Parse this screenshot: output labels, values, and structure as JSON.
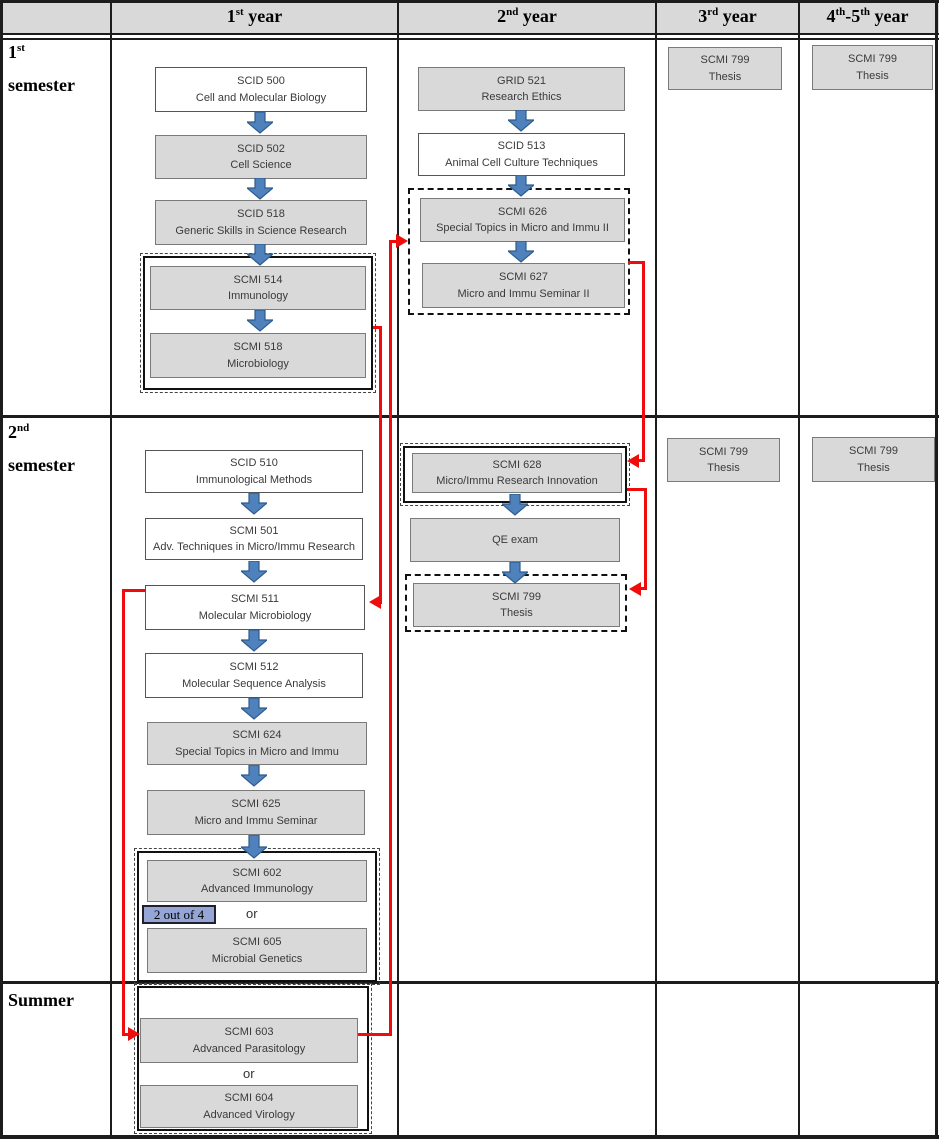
{
  "year_headers": [
    {
      "pre": "1",
      "sup": "st",
      "post": " year"
    },
    {
      "pre": "2",
      "sup": "nd",
      "post": " year"
    },
    {
      "pre": "3",
      "sup": "rd",
      "post": " year"
    },
    {
      "pre": "4",
      "sup": "th",
      "mid": "-5",
      "sup2": "th",
      "post": " year"
    }
  ],
  "row_labels": [
    {
      "line1": {
        "text": "1",
        "sup": "st"
      },
      "line2": "semester"
    },
    {
      "line1": {
        "text": "2",
        "sup": "nd"
      },
      "line2": "semester"
    },
    {
      "line1": {
        "text": "Summer"
      }
    }
  ],
  "courses": {
    "scid500": {
      "code": "SCID 500",
      "title": "Cell and Molecular Biology"
    },
    "scid502": {
      "code": "SCID 502",
      "title": "Cell Science"
    },
    "scid518": {
      "code": "SCID 518",
      "title": "Generic Skills in Science Research"
    },
    "scmi514": {
      "code": "SCMI 514",
      "title": "Immunology"
    },
    "scmi518": {
      "code": "SCMI 518",
      "title": "Microbiology"
    },
    "grid521": {
      "code": "GRID 521",
      "title": "Research Ethics"
    },
    "scid513": {
      "code": "SCID 513",
      "title": "Animal Cell Culture Techniques"
    },
    "scmi626": {
      "code": "SCMI 626",
      "title": "Special Topics in Micro and Immu II"
    },
    "scmi627": {
      "code": "SCMI 627",
      "title": "Micro and Immu Seminar II"
    },
    "scid510": {
      "code": "SCID 510",
      "title": "Immunological Methods"
    },
    "scmi501": {
      "code": "SCMI 501",
      "title": "Adv. Techniques in Micro/Immu Research"
    },
    "scmi511": {
      "code": "SCMI 511",
      "title": "Molecular Microbiology"
    },
    "scmi512": {
      "code": "SCMI 512",
      "title": "Molecular Sequence Analysis"
    },
    "scmi624": {
      "code": "SCMI 624",
      "title": "Special Topics in Micro and Immu"
    },
    "scmi625": {
      "code": "SCMI 625",
      "title": "Micro and Immu Seminar"
    },
    "scmi602": {
      "code": "SCMI 602",
      "title": "Advanced Immunology"
    },
    "scmi605": {
      "code": "SCMI 605",
      "title": "Microbial Genetics"
    },
    "scmi628": {
      "code": "SCMI 628",
      "title": "Micro/Immu Research Innovation"
    },
    "qe_exam": {
      "code": "QE exam",
      "title": ""
    },
    "scmi799": {
      "code": "SCMI 799",
      "title": "Thesis"
    },
    "scmi603": {
      "code": "SCMI 603",
      "title": "Advanced Parasitology"
    },
    "scmi604": {
      "code": "SCMI 604",
      "title": "Advanced Virology"
    }
  },
  "labels": {
    "choose": "2 out of 4",
    "or": "or"
  },
  "colors": {
    "header_bg": "#d9d9d9",
    "course_box_grey": "#d9d9d9",
    "course_box_white": "#ffffff",
    "flow_arrow_blue": "#4f81bd",
    "flow_arrow_border": "#2e5c8a",
    "connector_red": "#ee0c0c",
    "choose_label_bg": "#95a5d6",
    "grid_line": "#1c1c1c"
  }
}
